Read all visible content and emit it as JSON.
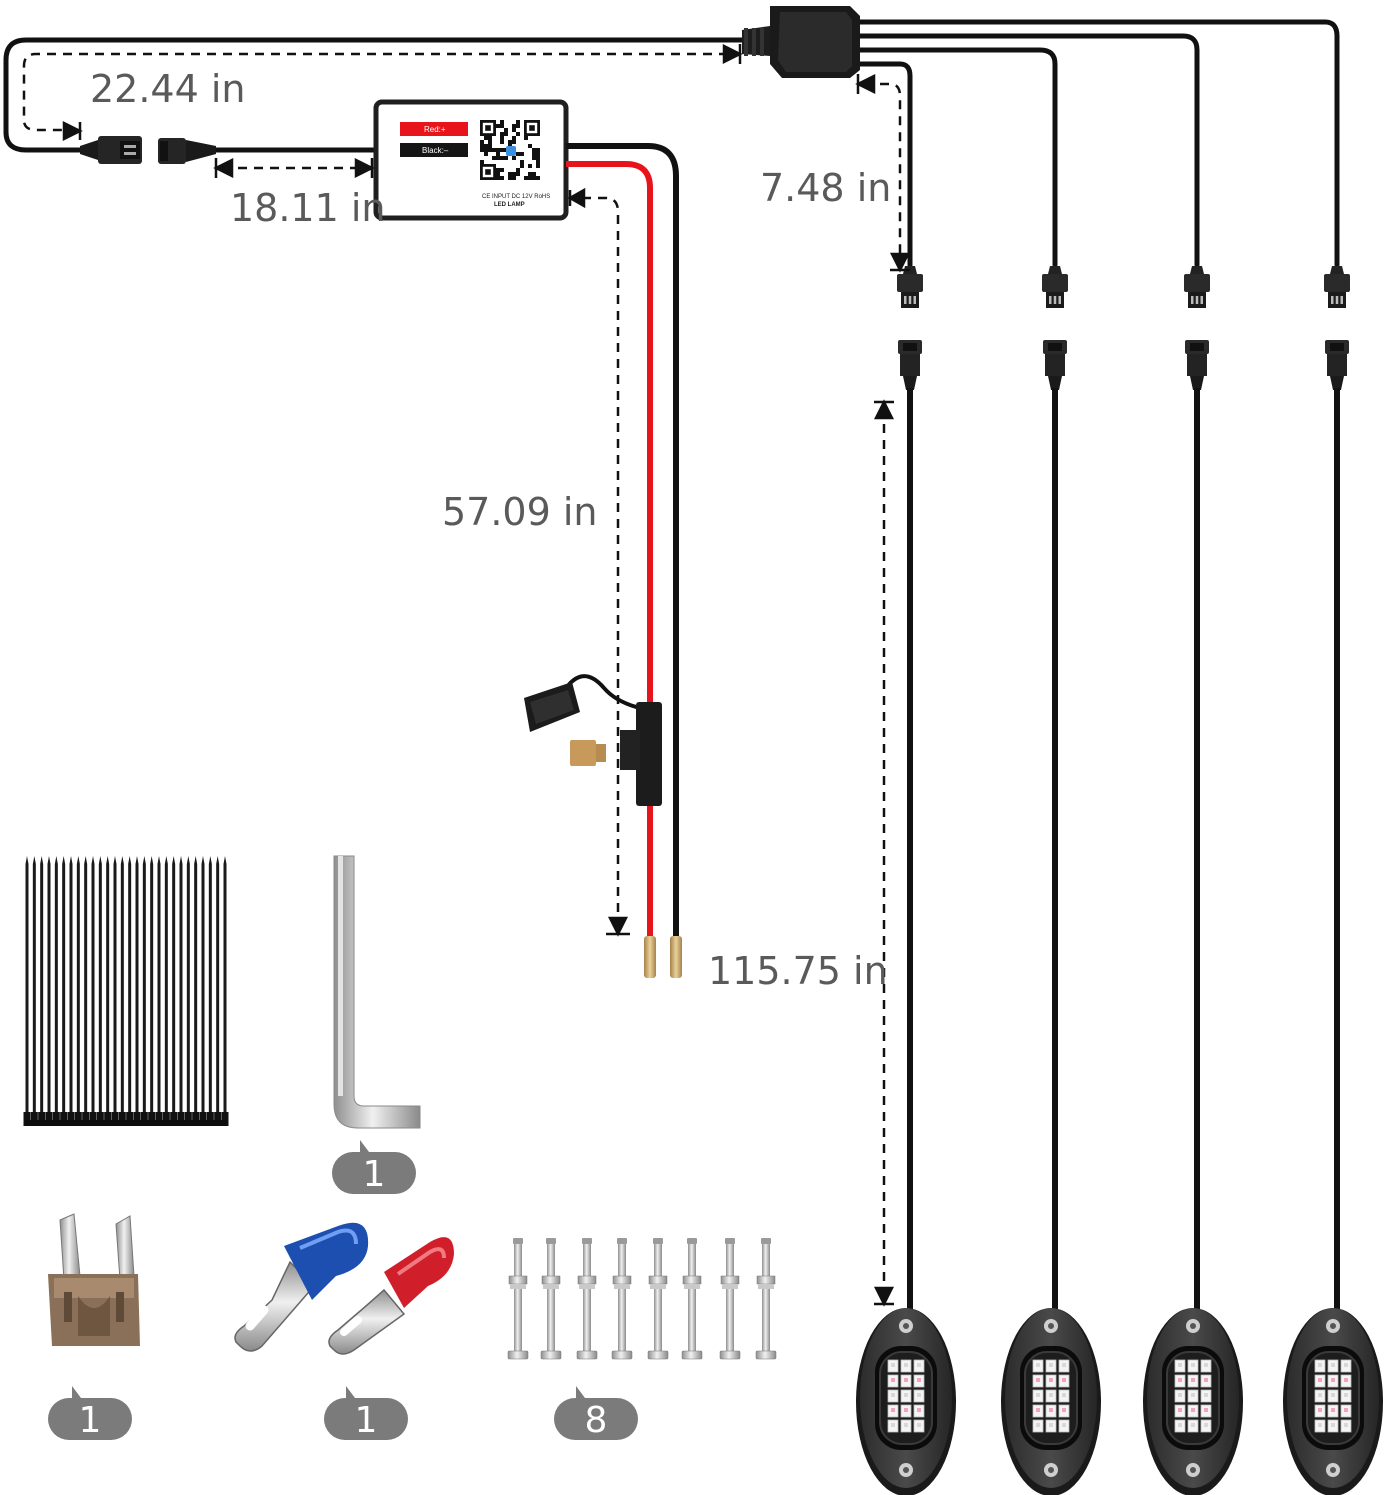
{
  "dimensions": {
    "d1": "22.44 in",
    "d2": "18.11 in",
    "d3": "7.48 in",
    "d4": "57.09 in",
    "d5": "115.75 in"
  },
  "controller": {
    "red_label": "Red:+",
    "black_label": "Black:–",
    "spec": "CE INPUT DC 12V RoHS",
    "name": "LED LAMP"
  },
  "quantities": {
    "allen_key": "1",
    "fuse": "1",
    "terminals": "1",
    "screws": "8"
  },
  "colors": {
    "cable": "#111111",
    "red_wire": "#e8141c",
    "bubble": "#7b7b7b",
    "terminal_blue": "#1c4fb0",
    "terminal_red": "#d01f2a",
    "fuse_body": "#8a7058"
  }
}
